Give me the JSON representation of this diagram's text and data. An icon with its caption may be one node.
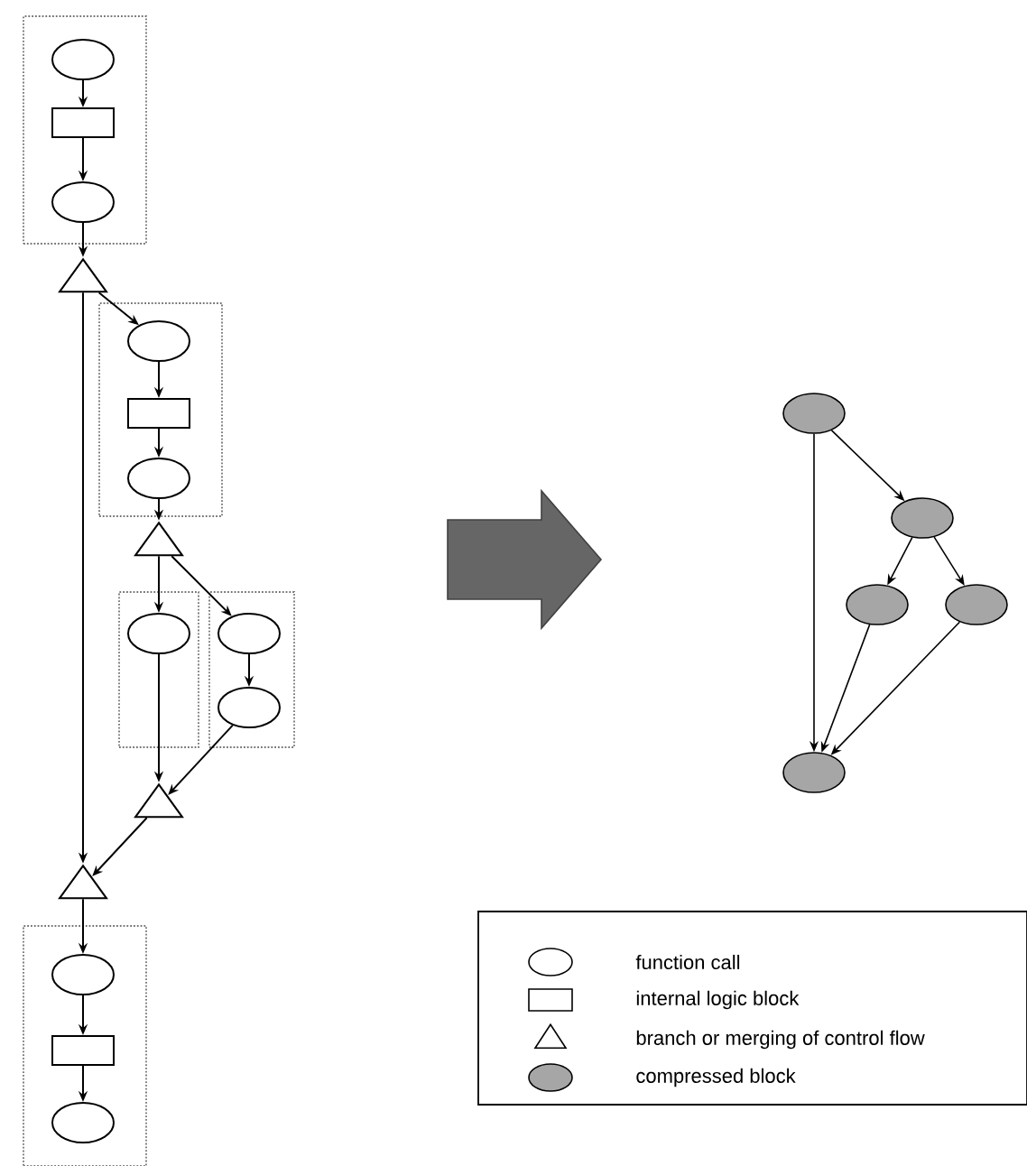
{
  "diagram": {
    "nodes": [
      {
        "text": [],
        "shape": "box"
      },
      {
        "text": [],
        "shape": "ellipse",
        "in": 0
      },
      {
        "text": [],
        "shape": "box",
        "in": 0
      },
      {
        "text": [],
        "shape": "ellipse",
        "in": 0
      },
      {
        "text": [],
        "shape": "triangle"
      },
      {
        "text": [],
        "shape": "box"
      },
      {
        "text": [],
        "shape": "ellipse",
        "in": 5
      },
      {
        "text": [],
        "shape": "box",
        "in": 5
      },
      {
        "text": [],
        "shape": "ellipse",
        "in": 5
      },
      {
        "text": [],
        "shape": "triangle"
      },
      {
        "text": [],
        "shape": "box"
      },
      {
        "text": [],
        "shape": "box"
      },
      {
        "text": [],
        "shape": "ellipse",
        "in": 10
      },
      {
        "text": [],
        "shape": "ellipse",
        "in": 11
      },
      {
        "text": [],
        "shape": "ellipse",
        "in": 11
      },
      {
        "text": [],
        "shape": "triangle"
      },
      {
        "text": [],
        "shape": "triangle"
      },
      {
        "text": [],
        "shape": "box"
      },
      {
        "text": [],
        "shape": "ellipse",
        "in": 17
      },
      {
        "text": [],
        "shape": "box",
        "in": 17
      },
      {
        "text": [],
        "shape": "ellipse",
        "in": 17
      },
      {
        "text": [],
        "shape": "ellipse"
      },
      {
        "text": [],
        "shape": "ellipse"
      },
      {
        "text": [],
        "shape": "ellipse"
      },
      {
        "text": [],
        "shape": "ellipse"
      },
      {
        "text": [],
        "shape": "ellipse"
      }
    ],
    "edges": [
      {
        "from": 1,
        "to": 2,
        "arrow": "to"
      },
      {
        "from": 2,
        "to": 3,
        "arrow": "to"
      },
      {
        "from": 3,
        "to": 4,
        "arrow": "to"
      },
      {
        "from": 4,
        "to": 6,
        "arrow": "to"
      },
      {
        "from": 4,
        "to": 16,
        "arrow": "to"
      },
      {
        "from": 6,
        "to": 7,
        "arrow": "to"
      },
      {
        "from": 7,
        "to": 8,
        "arrow": "to"
      },
      {
        "from": 8,
        "to": 9,
        "arrow": "to"
      },
      {
        "from": 9,
        "to": 12,
        "arrow": "to"
      },
      {
        "from": 9,
        "to": 13,
        "arrow": "to"
      },
      {
        "from": 13,
        "to": 14,
        "arrow": "to"
      },
      {
        "from": 12,
        "to": 15,
        "arrow": "to"
      },
      {
        "from": 14,
        "to": 15,
        "arrow": "to"
      },
      {
        "from": 15,
        "to": 16,
        "arrow": "to"
      },
      {
        "from": 16,
        "to": 18,
        "arrow": "to"
      },
      {
        "from": 18,
        "to": 19,
        "arrow": "to"
      },
      {
        "from": 19,
        "to": 20,
        "arrow": "to"
      },
      {
        "from": 21,
        "to": 22,
        "arrow": "to"
      },
      {
        "from": 21,
        "to": 25,
        "arrow": "to"
      },
      {
        "from": 22,
        "to": 23,
        "arrow": "to"
      },
      {
        "from": 22,
        "to": 24,
        "arrow": "to"
      },
      {
        "from": 23,
        "to": 25,
        "arrow": "to"
      },
      {
        "from": 24,
        "to": 25,
        "arrow": "to"
      }
    ],
    "legend": [
      {
        "text": "function call"
      },
      {
        "text": "internal logic block"
      },
      {
        "text": "branch or merging of control flow"
      },
      {
        "text": "compressed block",
        "color": "#a6a6a6"
      }
    ]
  }
}
